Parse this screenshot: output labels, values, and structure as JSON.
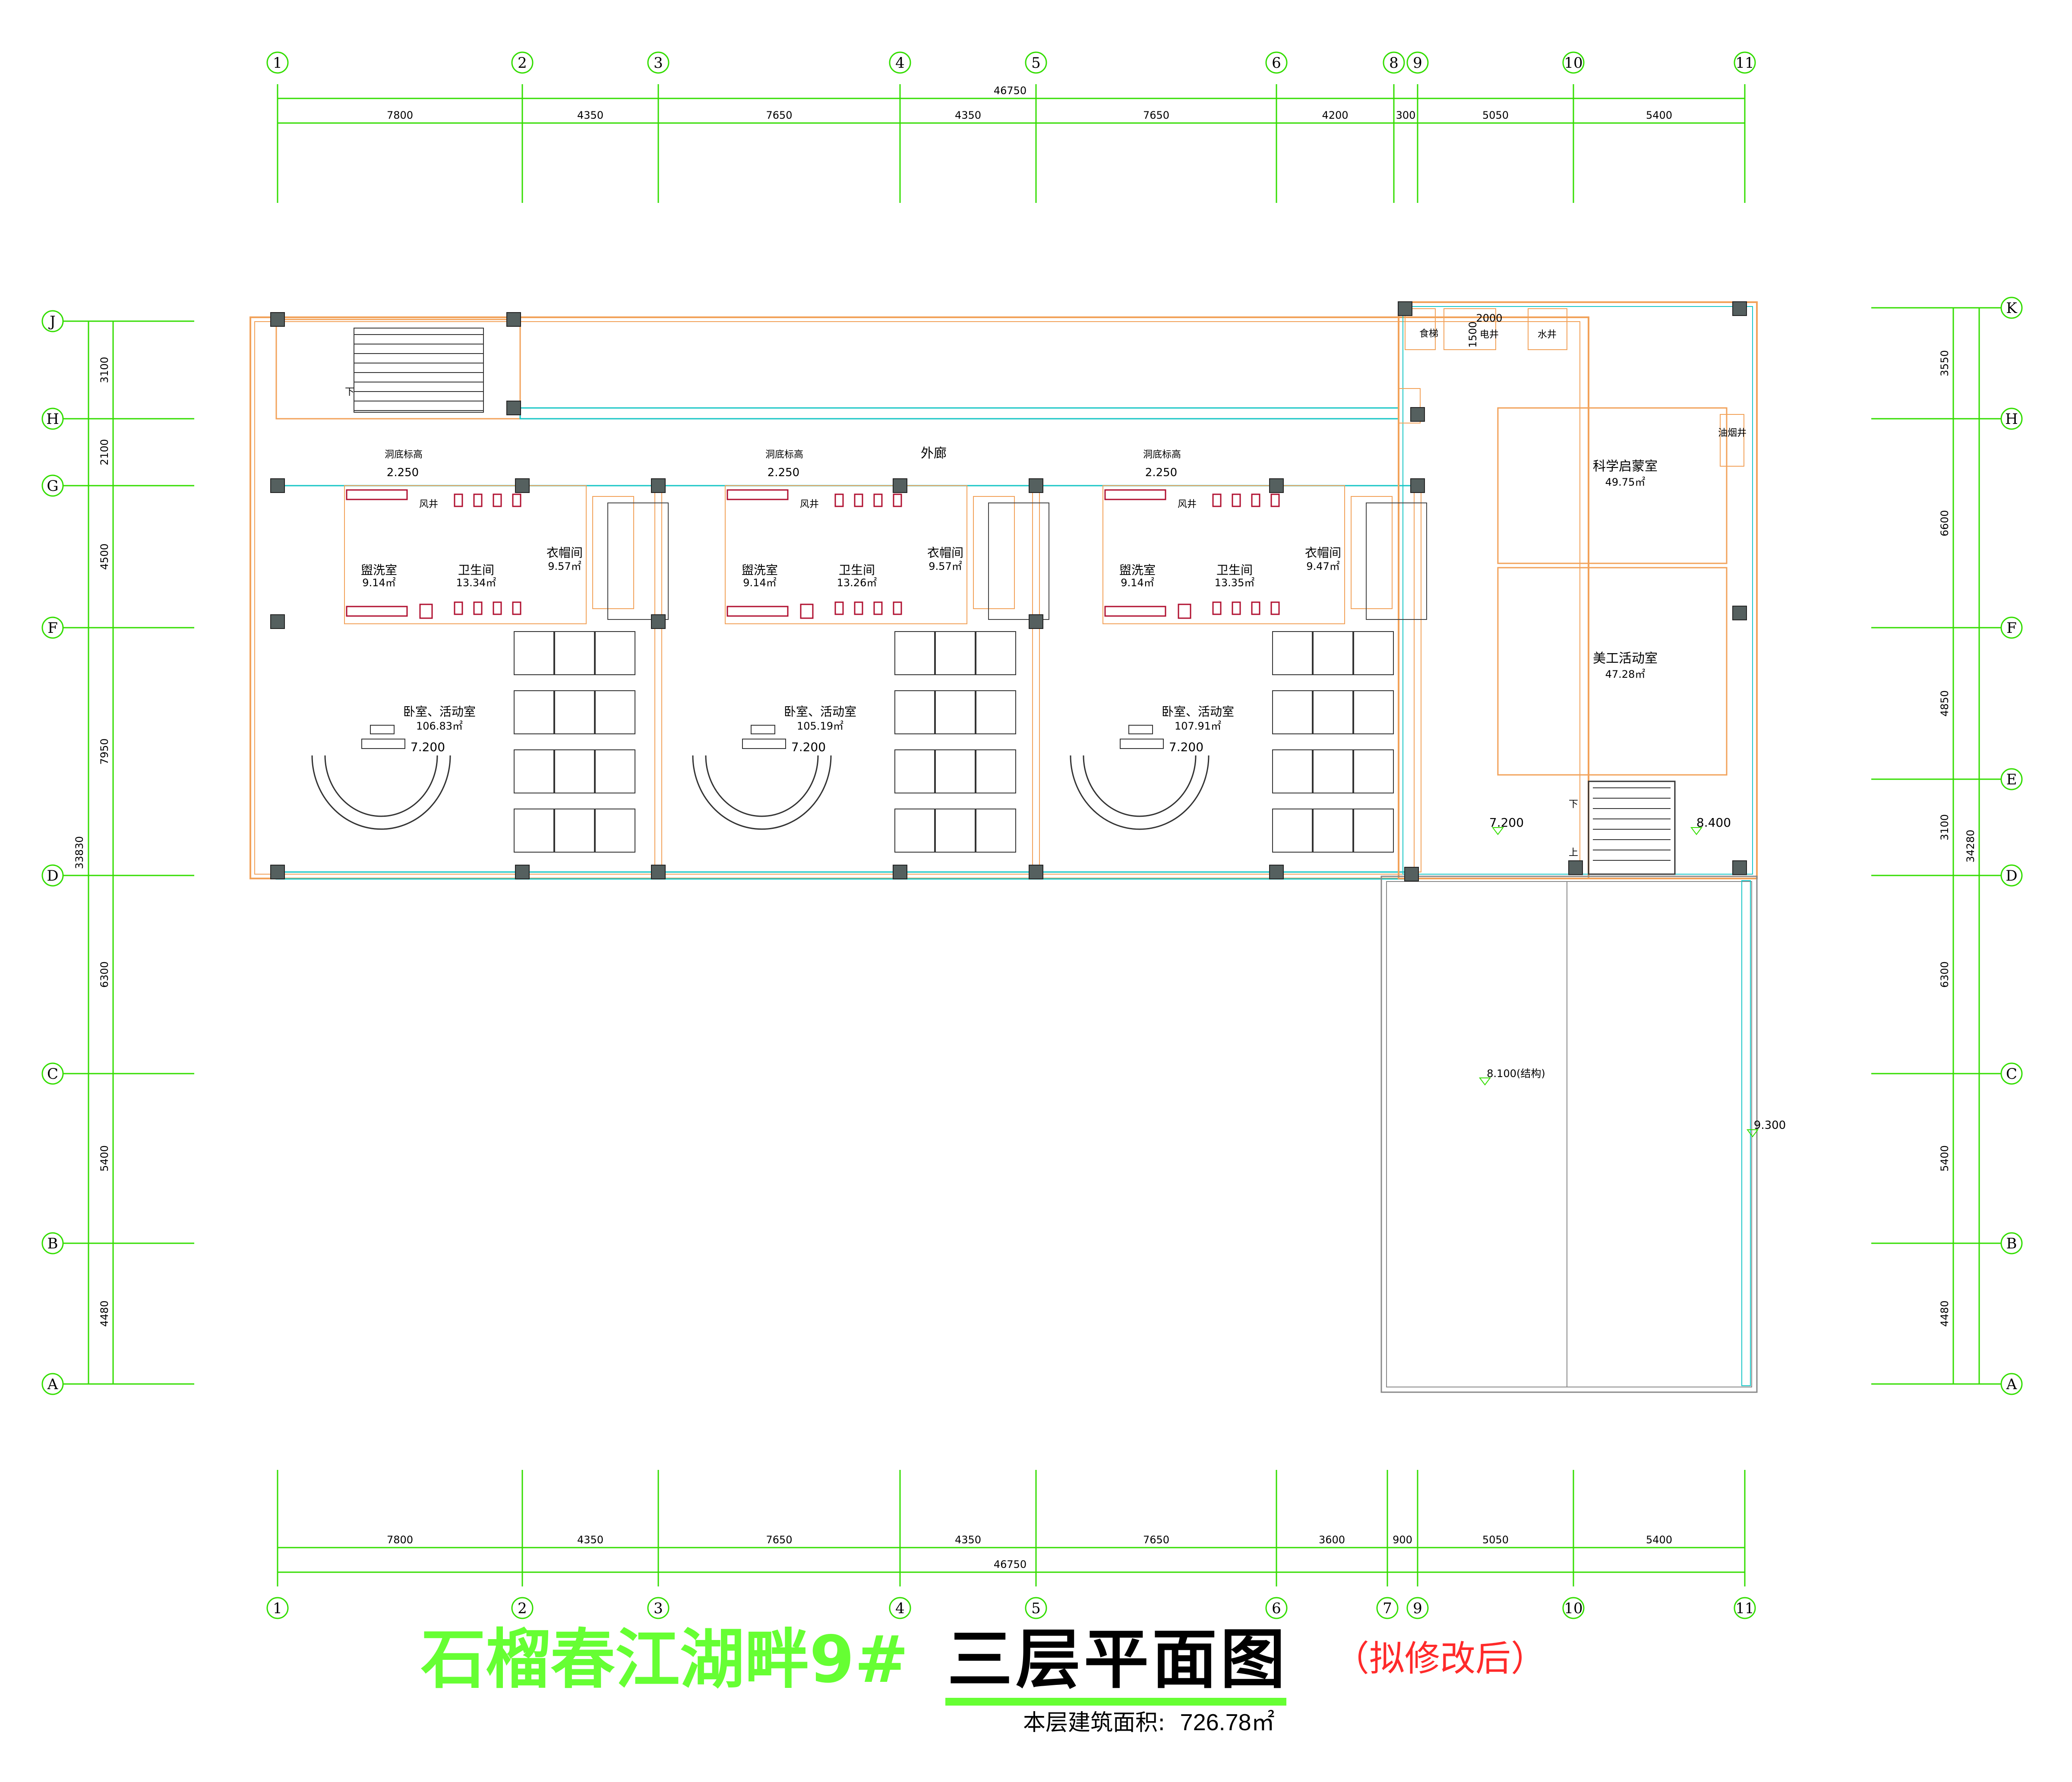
{
  "drawing": {
    "project_name": "石榴春江湖畔9#",
    "plan_name": "三层平面图",
    "note": "（拟修改后）",
    "area_label": "本层建筑面积:",
    "area_value": "726.78㎡"
  },
  "axes": {
    "top_numbers": [
      "1",
      "2",
      "3",
      "4",
      "5",
      "6",
      "8",
      "9",
      "10",
      "11"
    ],
    "bottom_numbers": [
      "1",
      "2",
      "3",
      "4",
      "5",
      "6",
      "7",
      "9",
      "10",
      "11"
    ],
    "left_letters": [
      "J",
      "H",
      "G",
      "F",
      "D",
      "C",
      "B",
      "A"
    ],
    "right_letters": [
      "K",
      "H",
      "F",
      "E",
      "D",
      "C",
      "B",
      "A"
    ]
  },
  "dimensions": {
    "top_total": "46750",
    "top_segments": [
      "7800",
      "4350",
      "7650",
      "4350",
      "7650",
      "4200",
      "300",
      "5050",
      "5400"
    ],
    "bottom_total": "46750",
    "bottom_segments": [
      "7800",
      "4350",
      "7650",
      "4350",
      "7650",
      "3600",
      "900",
      "5050",
      "5400"
    ],
    "left_segments": [
      "3100",
      "2100",
      "4500",
      "7950",
      "6300",
      "5400",
      "4480"
    ],
    "left_total": "33830",
    "right_segments": [
      "3550",
      "6600",
      "4850",
      "3100",
      "6300",
      "5400",
      "4480"
    ],
    "right_total": "34280"
  },
  "rooms": {
    "corridor": "外廊",
    "units": [
      {
        "washroom": "盥洗室",
        "washroom_area": "9.14㎡",
        "toilet": "卫生间",
        "toilet_area": "13.34㎡",
        "cloak": "衣帽间",
        "cloak_area": "9.57㎡",
        "main": "卧室、活动室",
        "main_area": "106.83㎡",
        "level": "7.200",
        "shaft": "风井",
        "bottom_label": "洞底标高",
        "bottom_level": "2.250"
      },
      {
        "washroom": "盥洗室",
        "washroom_area": "9.14㎡",
        "toilet": "卫生间",
        "toilet_area": "13.26㎡",
        "cloak": "衣帽间",
        "cloak_area": "9.57㎡",
        "main": "卧室、活动室",
        "main_area": "105.19㎡",
        "level": "7.200",
        "shaft": "风井",
        "bottom_label": "洞底标高",
        "bottom_level": "2.250"
      },
      {
        "washroom": "盥洗室",
        "washroom_area": "9.14㎡",
        "toilet": "卫生间",
        "toilet_area": "13.35㎡",
        "cloak": "衣帽间",
        "cloak_area": "9.47㎡",
        "main": "卧室、活动室",
        "main_area": "107.91㎡",
        "level": "7.200",
        "shaft": "风井",
        "bottom_label": "洞底标高",
        "bottom_level": "2.250"
      }
    ],
    "science": "科学启蒙室",
    "science_area": "49.75㎡",
    "art": "美工活动室",
    "art_area": "47.28㎡",
    "food_lift": "食梯",
    "elec_shaft": "电井",
    "water_shaft": "水井",
    "smoke_shaft": "油烟井",
    "shaft_dim_w": "2000",
    "shaft_dim_h": "1500",
    "east_level": "7.200",
    "stair_level": "8.400",
    "roof_level": "8.100(结构)",
    "parapet_level": "9.300",
    "stair_down": "下",
    "stair_up": "上"
  },
  "colors": {
    "axis": "#33dd00",
    "wall": "#f2a25a",
    "glazing": "#18c6c6",
    "column": "#55605f",
    "fixture": "#b01030"
  }
}
